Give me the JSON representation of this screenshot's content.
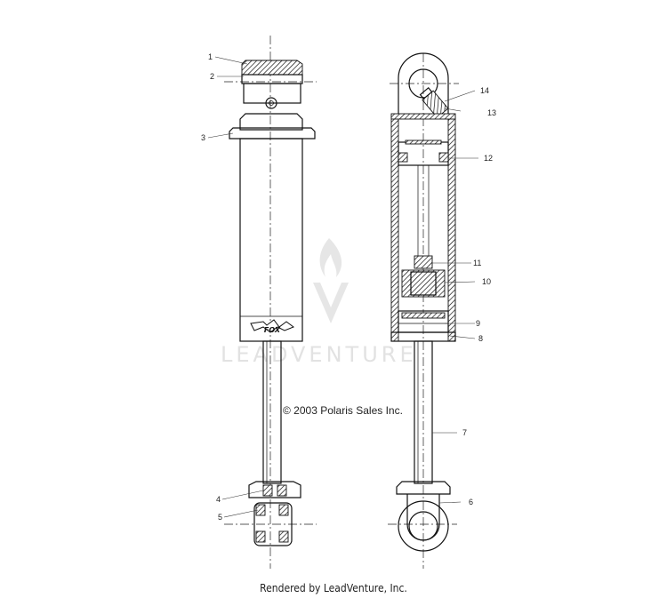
{
  "watermark": {
    "text": "LEADVENTURE"
  },
  "copyright": "© 2003 Polaris Sales Inc.",
  "footer": "Rendered by LeadVenture, Inc.",
  "logo_text": "FOX",
  "callouts": [
    {
      "id": "1",
      "label": "1"
    },
    {
      "id": "2",
      "label": "2"
    },
    {
      "id": "3",
      "label": "3"
    },
    {
      "id": "4",
      "label": "4"
    },
    {
      "id": "5",
      "label": "5"
    },
    {
      "id": "6",
      "label": "6"
    },
    {
      "id": "7",
      "label": "7"
    },
    {
      "id": "8",
      "label": "8"
    },
    {
      "id": "9",
      "label": "9"
    },
    {
      "id": "10",
      "label": "10"
    },
    {
      "id": "11",
      "label": "11"
    },
    {
      "id": "12",
      "label": "12"
    },
    {
      "id": "13",
      "label": "13"
    },
    {
      "id": "14",
      "label": "14"
    }
  ]
}
